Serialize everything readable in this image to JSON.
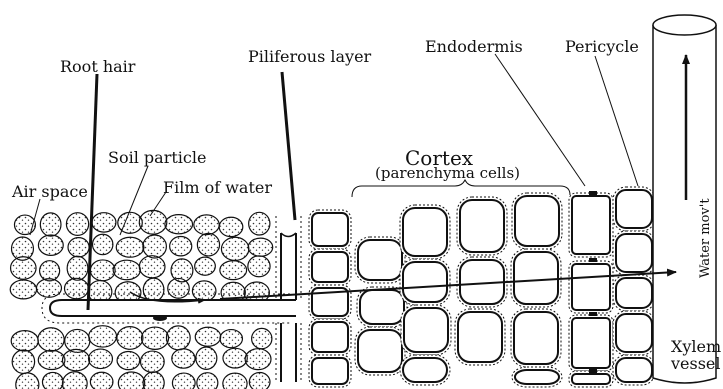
{
  "labels": {
    "root_hair": "Root hair",
    "piliferous_layer": "Piliferous layer",
    "endodermis": "Endodermis",
    "pericycle": "Pericycle",
    "soil_particle": "Soil particle",
    "cortex": "Cortex",
    "parenchyma": "(parenchyma cells)",
    "air_space": "Air space",
    "film_of_water": "Film of water",
    "water_movt": "Water mov't",
    "xylem": "Xylem",
    "vessel": "vessel"
  },
  "colors": {
    "ink": "#111111",
    "water_label": "#2a8fd6",
    "background": "#ffffff"
  }
}
